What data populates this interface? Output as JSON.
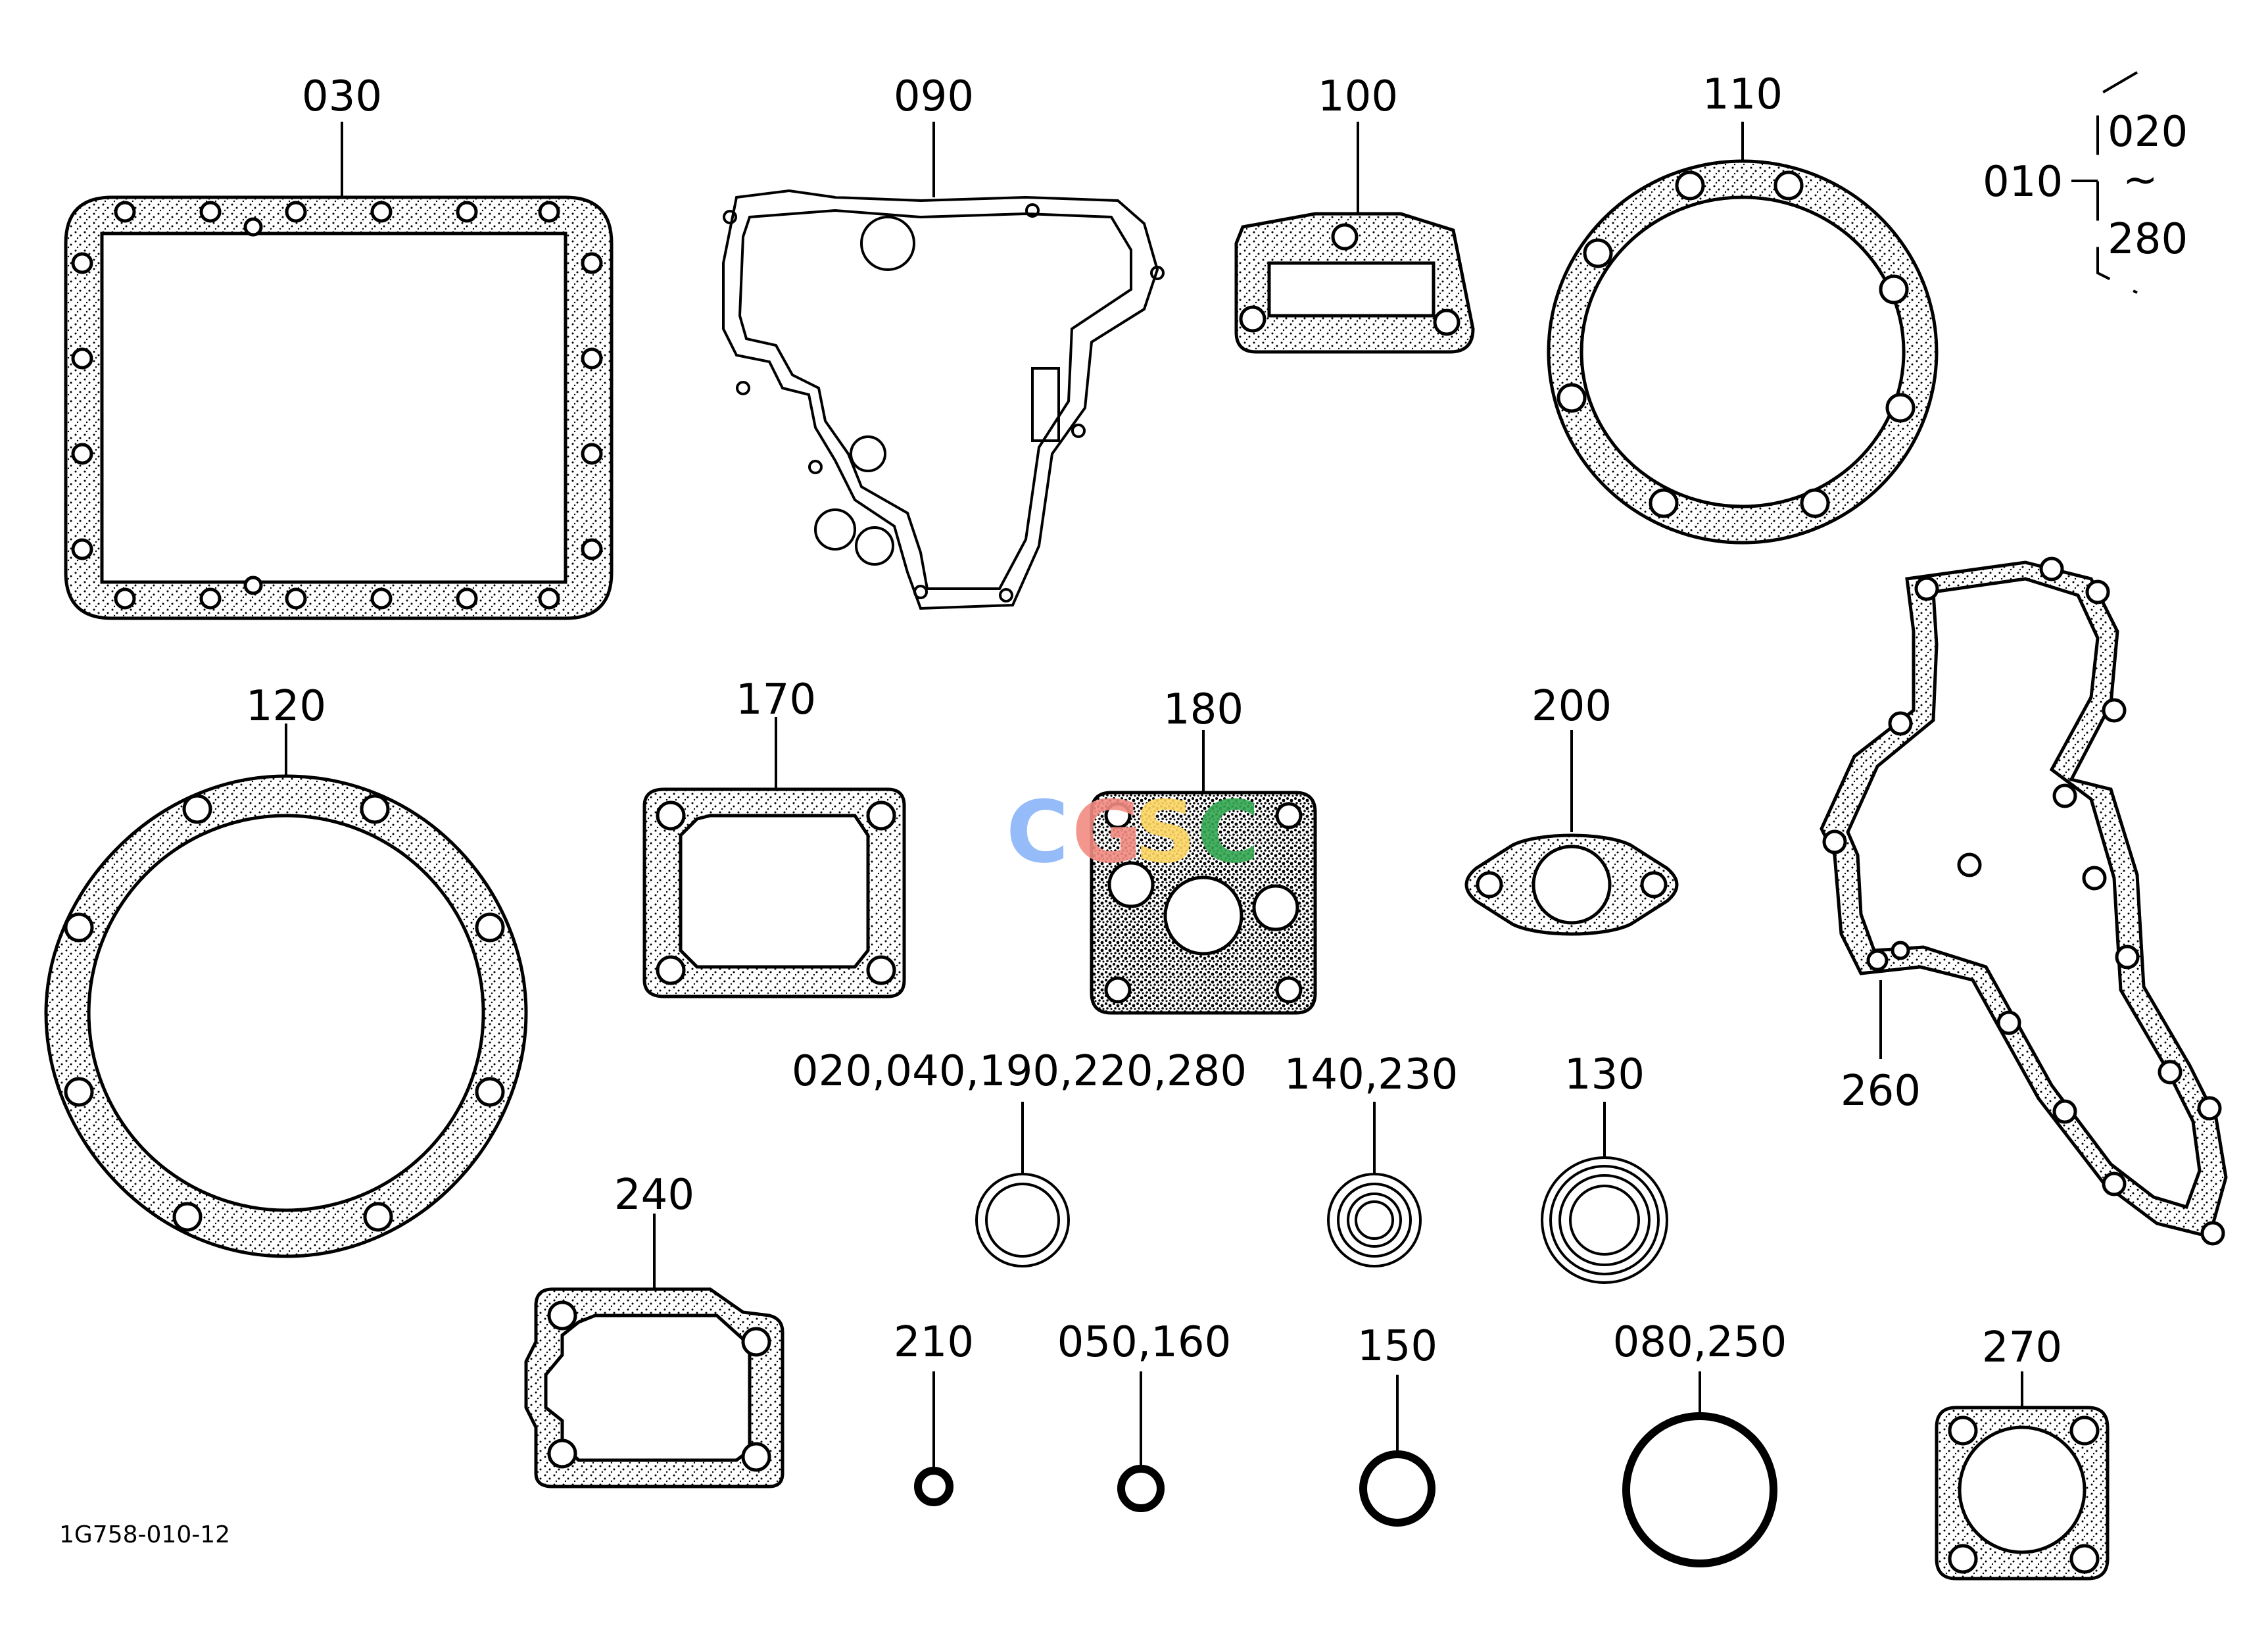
{
  "labels": {
    "p030": "030",
    "p090": "090",
    "p100": "100",
    "p110": "110",
    "p010": "010",
    "p020": "020",
    "p280": "280",
    "tilde": "~",
    "p120": "120",
    "p170": "170",
    "p180": "180",
    "p200": "200",
    "p260": "260",
    "p_multi": "020,040,190,220,280",
    "p140_230": "140,230",
    "p130": "130",
    "p240": "240",
    "p210": "210",
    "p050_160": "050,160",
    "p150": "150",
    "p080_250": "080,250",
    "p270": "270"
  },
  "drawing_code": "1G758-010-12",
  "watermark": {
    "text": [
      "C",
      "G",
      "S",
      "C"
    ],
    "colors": [
      "#8AB4F8",
      "#F28B82",
      "#FDD663",
      "#34A853"
    ]
  }
}
